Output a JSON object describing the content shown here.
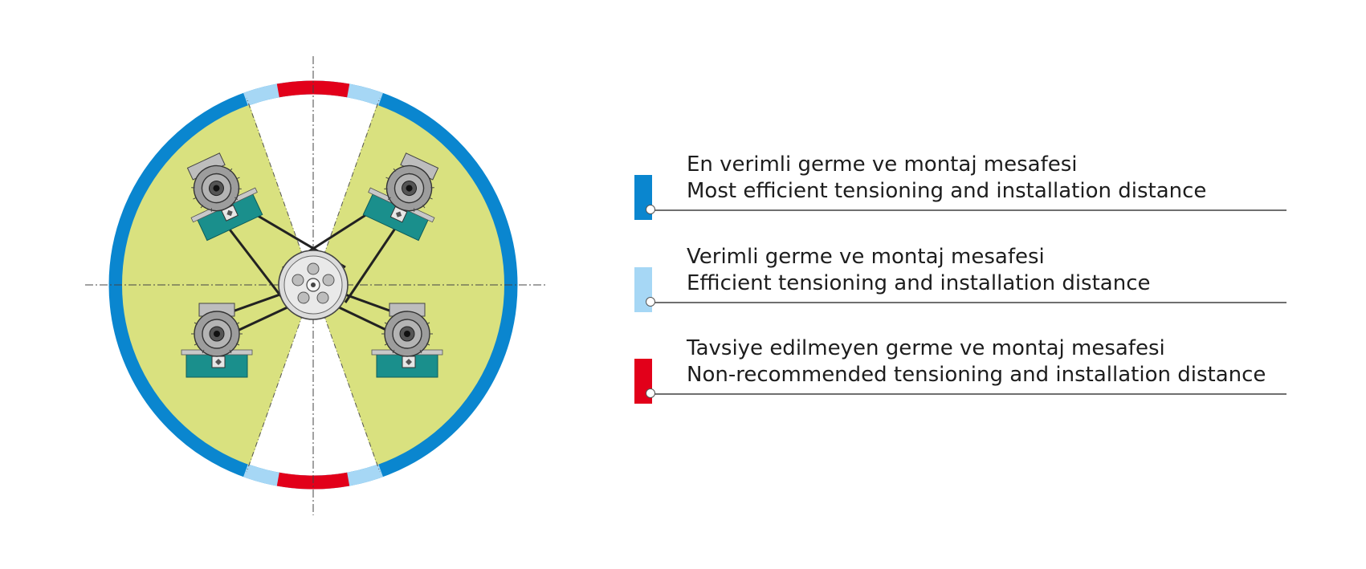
{
  "colors": {
    "most_efficient": "#0a86cf",
    "efficient": "#a6d7f5",
    "not_recommended": "#e2001a",
    "zone_fill": "#d9e17f",
    "motor_base": "#1a8f8c",
    "motor_body": "#9d9d9d"
  },
  "legend": [
    {
      "key": "most_efficient",
      "label_tr": "En verimli germe ve montaj mesafesi",
      "label_en": "Most efficient tensioning and installation distance",
      "color": "#0a86cf"
    },
    {
      "key": "efficient",
      "label_tr": "Verimli germe ve montaj mesafesi",
      "label_en": "Efficient tensioning and installation distance",
      "color": "#a6d7f5"
    },
    {
      "key": "not_recommended",
      "label_tr": "Tavsiye edilmeyen germe ve montaj mesafesi",
      "label_en": "Non-recommended tensioning and installation distance",
      "color": "#e2001a"
    }
  ],
  "icons": [
    "pulley-icon",
    "motor-icon",
    "belt-icon"
  ]
}
